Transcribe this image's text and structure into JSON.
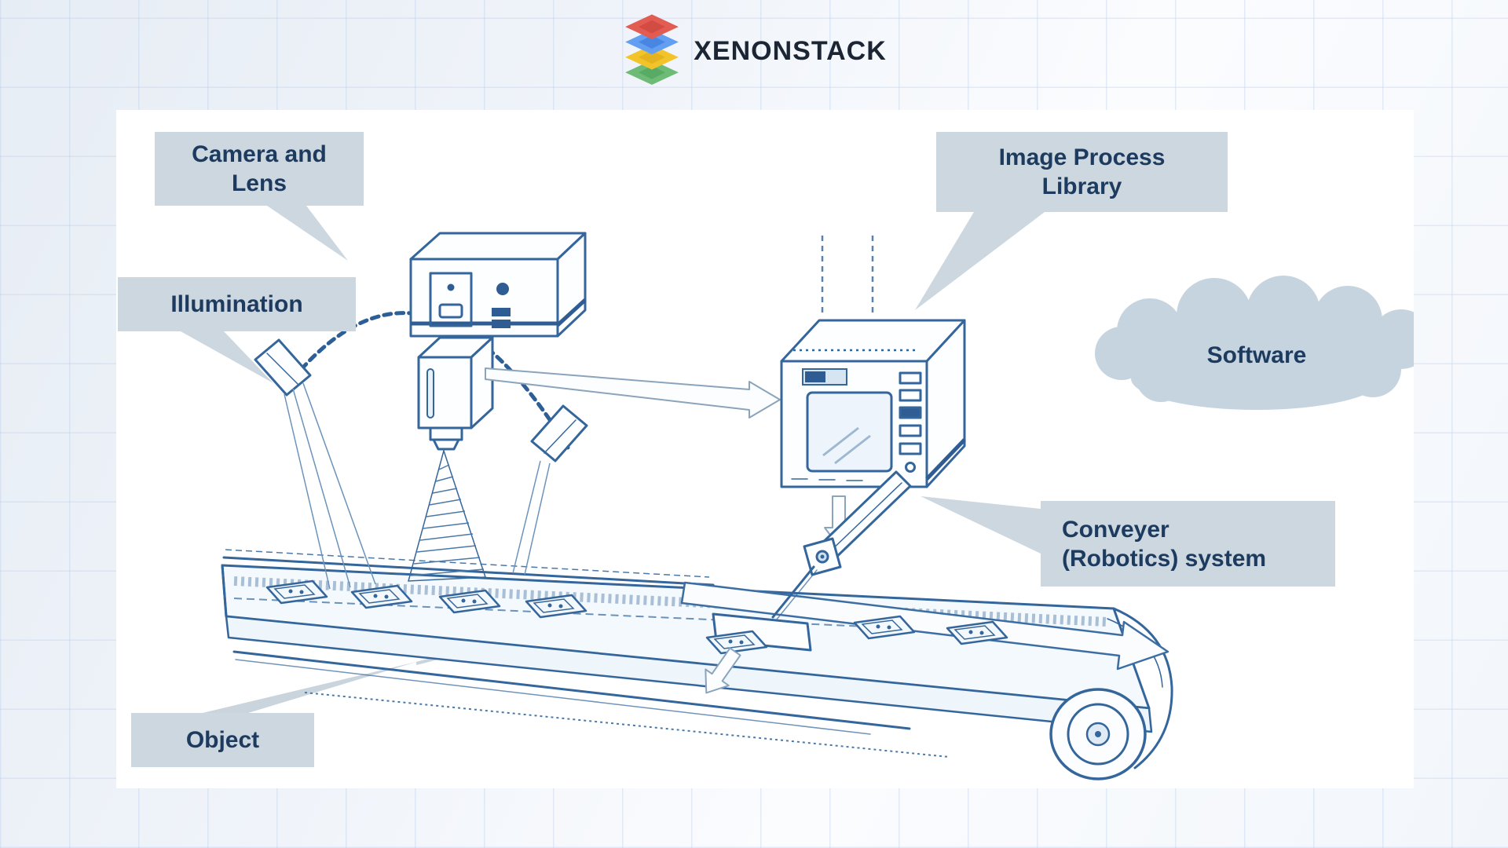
{
  "brand": {
    "name": "XENONSTACK"
  },
  "colors": {
    "brand_text": "#1b2534",
    "logo_red": "#e2544a",
    "logo_blue": "#5b9bf3",
    "logo_yellow": "#f4c21f",
    "logo_green": "#66b96f",
    "label_box": "#ccd7df",
    "label_text": "#1d3a5f",
    "cloud_fill": "#c6d4df",
    "drawing_ink": "#34669c",
    "panel_background": "#ffffff",
    "page_background": "#eef3f9"
  },
  "diagram": {
    "labels": {
      "camera_lens": {
        "line1": "Camera and",
        "line2": "Lens"
      },
      "illumination": {
        "text": "Illumination"
      },
      "image_process": {
        "line1": "Image Process",
        "line2": "Library"
      },
      "software": {
        "text": "Software"
      },
      "conveyer": {
        "line1": "Conveyer",
        "line2": "(Robotics) system"
      },
      "object": {
        "text": "Object"
      }
    }
  }
}
